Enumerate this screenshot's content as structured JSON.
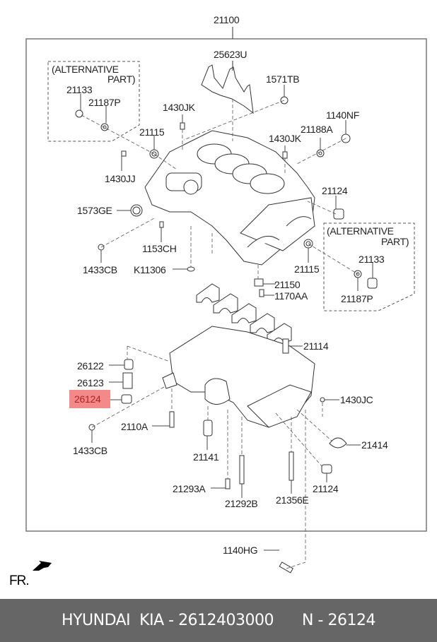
{
  "diagram": {
    "assembly_label": "21100",
    "alternative_part_note_line1": "(ALTERNATIVE",
    "alternative_part_note_line2": "PART)",
    "orientation_label": "FR.",
    "highlighted_part": "26124",
    "highlight_color": "#f28a8a",
    "parts": [
      {
        "id": "p1",
        "code": "25623U"
      },
      {
        "id": "p2",
        "code": "1571TB"
      },
      {
        "id": "p3",
        "code": "21133"
      },
      {
        "id": "p4",
        "code": "21187P"
      },
      {
        "id": "p5",
        "code": "1430JK"
      },
      {
        "id": "p6",
        "code": "21115"
      },
      {
        "id": "p7",
        "code": "1140NF"
      },
      {
        "id": "p8",
        "code": "21188A"
      },
      {
        "id": "p9",
        "code": "1430JK"
      },
      {
        "id": "p10",
        "code": "1430JJ"
      },
      {
        "id": "p11",
        "code": "21124"
      },
      {
        "id": "p12",
        "code": "1573GE"
      },
      {
        "id": "p13",
        "code": "1153CH"
      },
      {
        "id": "p14",
        "code": "1433CB"
      },
      {
        "id": "p15",
        "code": "K11306"
      },
      {
        "id": "p16",
        "code": "21115"
      },
      {
        "id": "p17",
        "code": "21133"
      },
      {
        "id": "p18",
        "code": "21187P"
      },
      {
        "id": "p19",
        "code": "21150"
      },
      {
        "id": "p20",
        "code": "1170AA"
      },
      {
        "id": "p21",
        "code": "21114"
      },
      {
        "id": "p22",
        "code": "26122"
      },
      {
        "id": "p23",
        "code": "26123"
      },
      {
        "id": "p24",
        "code": "26124"
      },
      {
        "id": "p25",
        "code": "1430JC"
      },
      {
        "id": "p26",
        "code": "2110A"
      },
      {
        "id": "p27",
        "code": "1433CB"
      },
      {
        "id": "p28",
        "code": "21141"
      },
      {
        "id": "p29",
        "code": "21414"
      },
      {
        "id": "p30",
        "code": "21124"
      },
      {
        "id": "p31",
        "code": "21293A"
      },
      {
        "id": "p32",
        "code": "21292B"
      },
      {
        "id": "p33",
        "code": "21356E"
      },
      {
        "id": "p34",
        "code": "1140HG"
      }
    ]
  },
  "footer": {
    "brand": "HYUNDAI  KIA",
    "separator": " - ",
    "part_number": "2612403000",
    "ref_prefix": "N",
    "ref_number": "26124",
    "background_color": "#666666"
  }
}
